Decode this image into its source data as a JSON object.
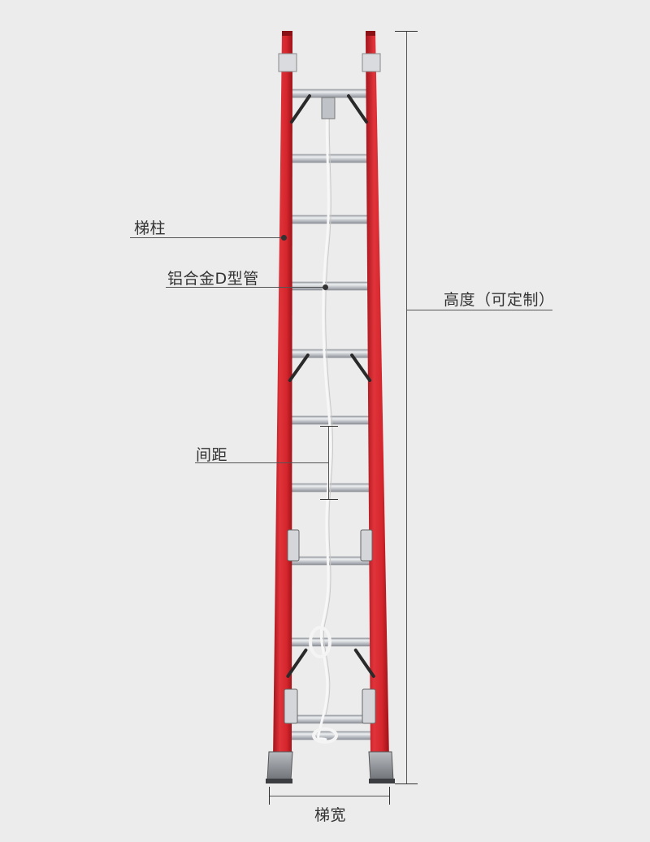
{
  "annotations": {
    "rail": "梯柱",
    "rung_tube": "铝合金D型管",
    "spacing": "间距",
    "height": "高度（可定制）",
    "width": "梯宽"
  },
  "colors": {
    "background": "#ececed",
    "rail_red": "#d4262c",
    "rung_silver": "#c9ccd0",
    "bracket_black": "#2a2a2a",
    "rope_white": "#f7f7f7"
  }
}
